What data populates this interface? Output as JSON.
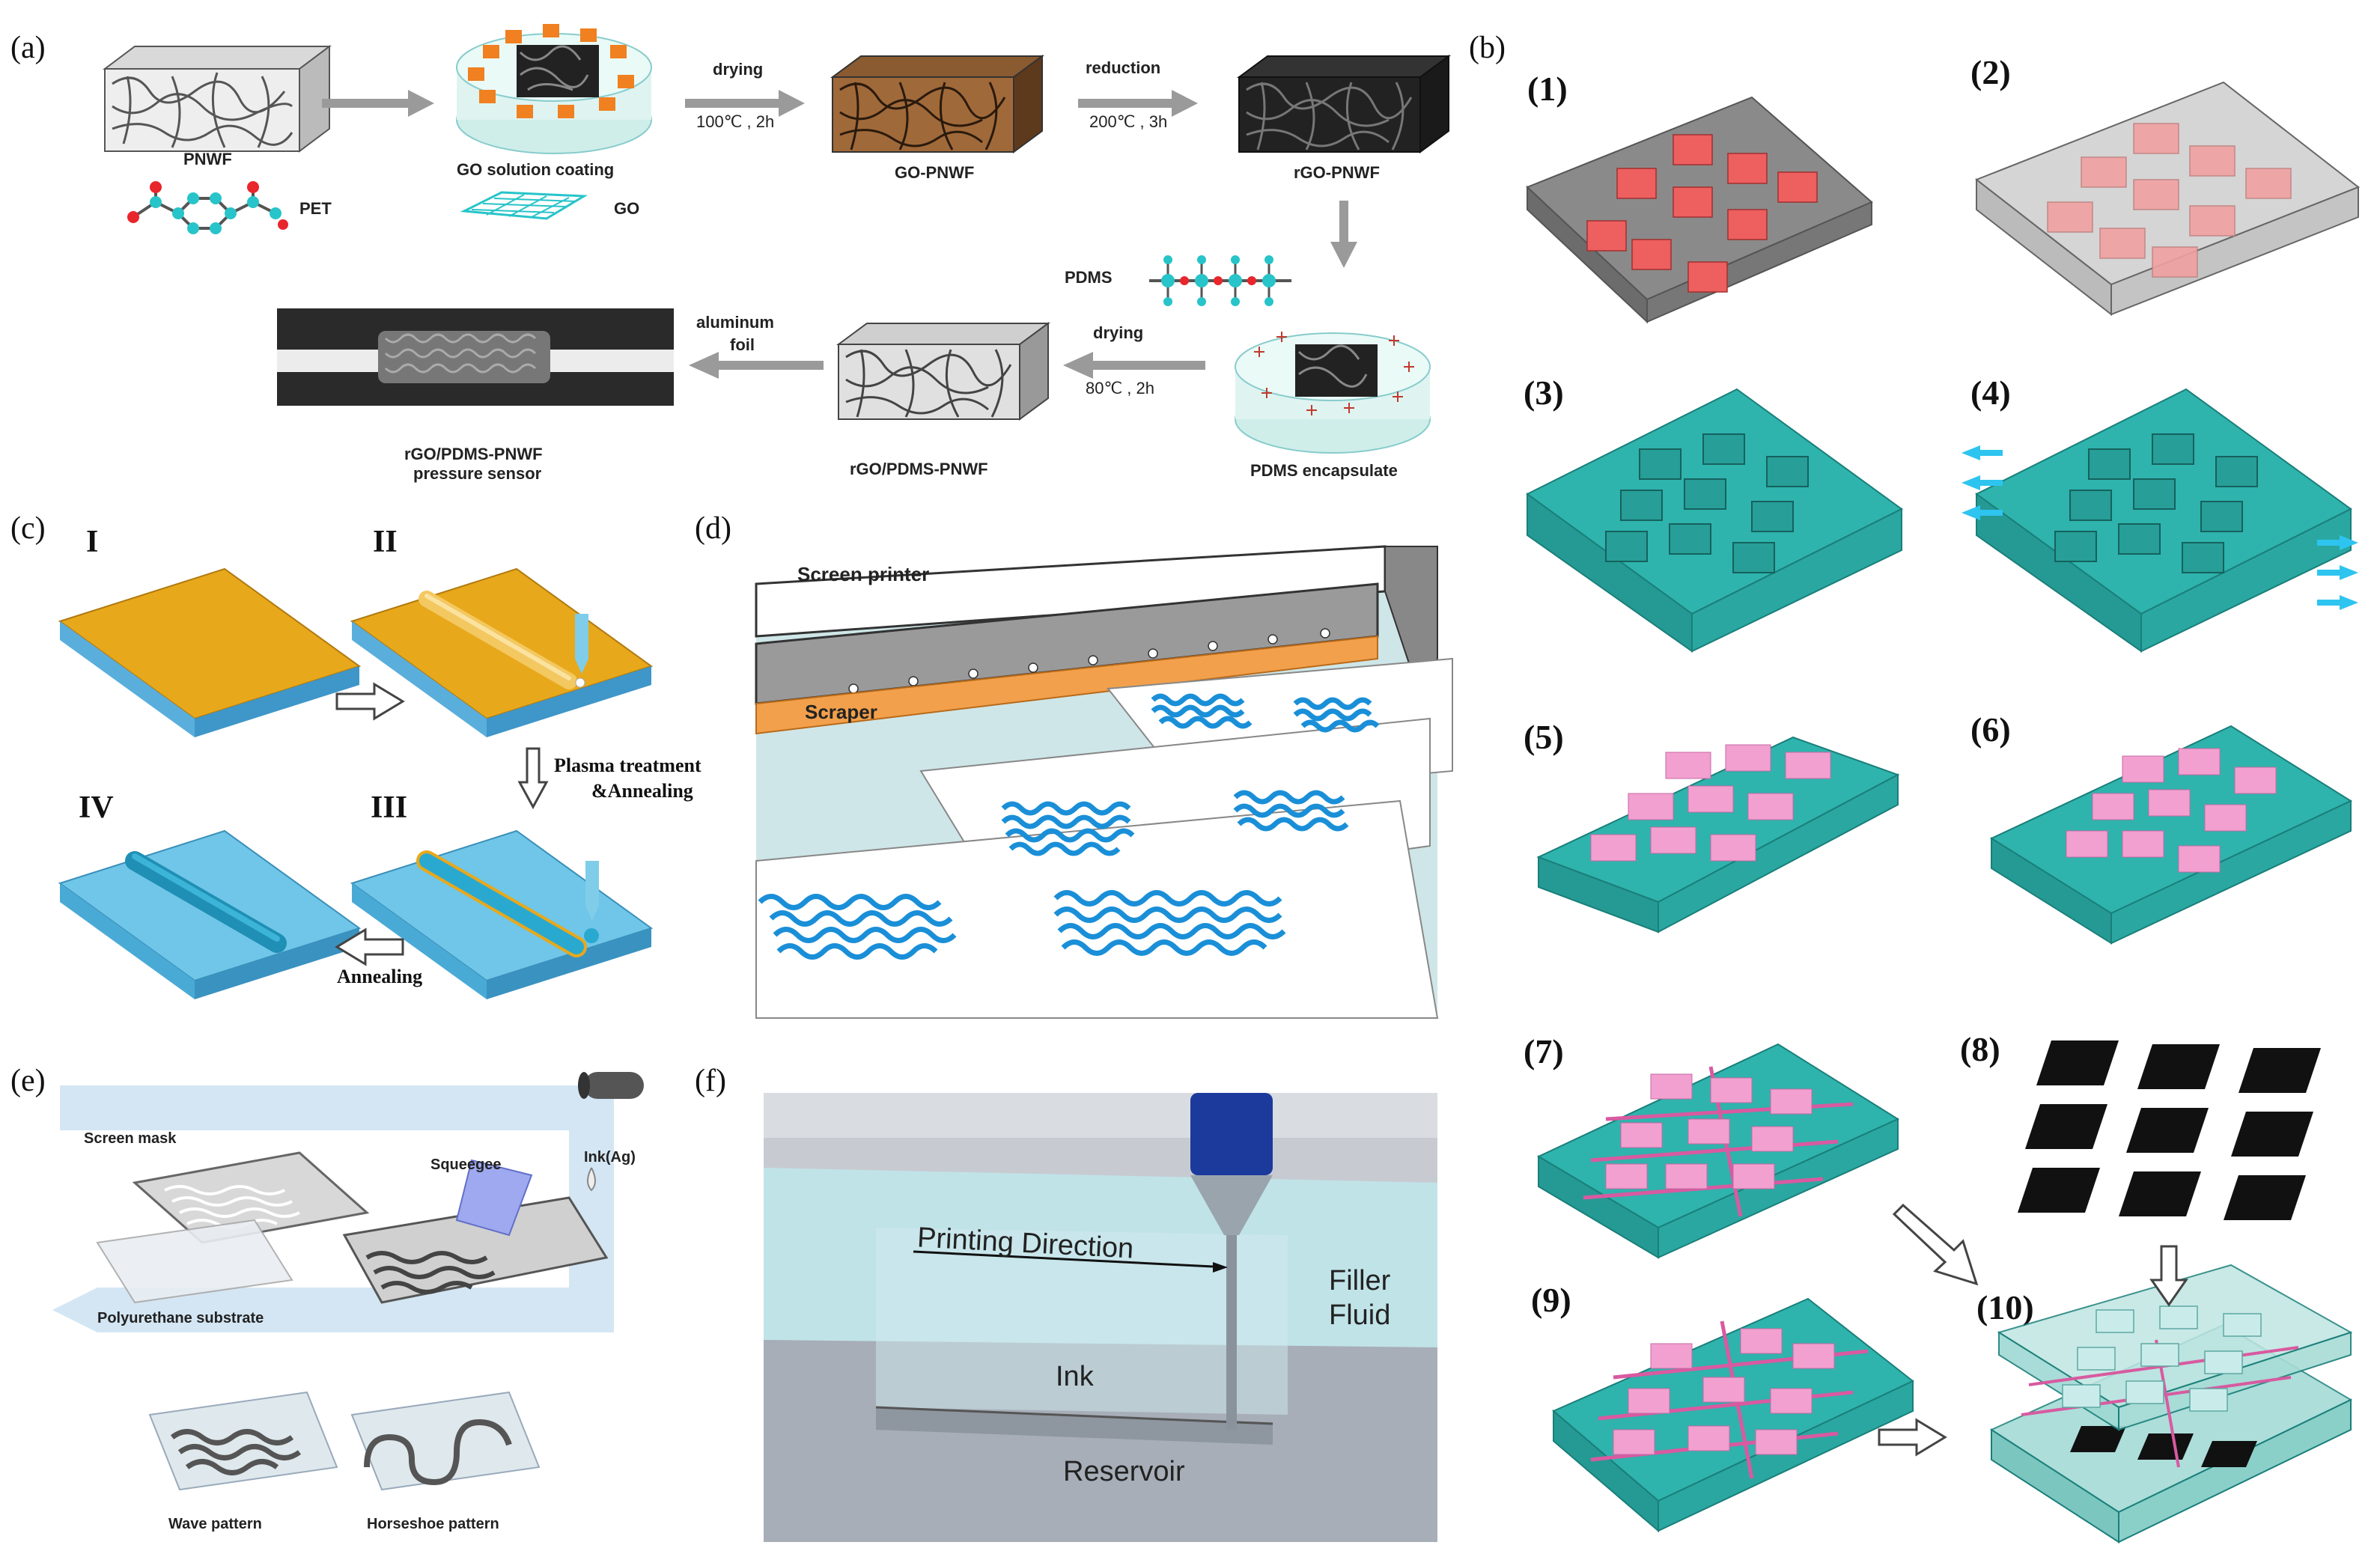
{
  "panel_a": {
    "panel_label": "(a)",
    "pnwf": "PNWF",
    "pet": "PET",
    "go_solution_coating": "GO solution coating",
    "go": "GO",
    "drying1": "drying",
    "drying1_cond": "100℃ , 2h",
    "go_pnwf": "GO-PNWF",
    "reduction": "reduction",
    "reduction_cond": "200℃ , 3h",
    "rgo_pnwf": "rGO-PNWF",
    "pdms": "PDMS",
    "pdms_encapsulate": "PDMS encapsulate",
    "drying2": "drying",
    "drying2_cond": "80℃ , 2h",
    "rgo_pdms_pnwf": "rGO/PDMS-PNWF",
    "aluminum": "aluminum",
    "foil": "foil",
    "sensor_line1": "rGO/PDMS-PNWF",
    "sensor_line2": "pressure sensor"
  },
  "panel_b": {
    "panel_label": "(b)",
    "steps": [
      "(1)",
      "(2)",
      "(3)",
      "(4)",
      "(5)",
      "(6)",
      "(7)",
      "(8)",
      "(9)",
      "(10)"
    ]
  },
  "panel_c": {
    "panel_label": "(c)",
    "step_I": "I",
    "step_II": "II",
    "step_III": "III",
    "step_IV": "IV",
    "plasma_line1": "Plasma treatment",
    "plasma_line2": "&Annealing",
    "annealing": "Annealing"
  },
  "panel_d": {
    "panel_label": "(d)",
    "screen_printer": "Screen printer",
    "scraper": "Scraper"
  },
  "panel_e": {
    "panel_label": "(e)",
    "screen_mask": "Screen mask",
    "squeegee": "Squeegee",
    "ink_ag": "Ink(Ag)",
    "polyurethane_substrate": "Polyurethane substrate",
    "wave_pattern": "Wave pattern",
    "horseshoe_pattern": "Horseshoe pattern"
  },
  "panel_f": {
    "panel_label": "(f)",
    "printing_direction": "Printing Direction",
    "filler": "Filler",
    "fluid": "Fluid",
    "ink": "Ink",
    "reservoir": "Reservoir"
  },
  "colors": {
    "teal": "#2fb3ad",
    "red_block": "#ee5f5f",
    "gold": "#e8a81b",
    "light_blue": "#6fc6e8",
    "print_blue": "#1a8fd8",
    "pink": "#f2a0d0",
    "arrow_gray": "#9a9a9a"
  }
}
